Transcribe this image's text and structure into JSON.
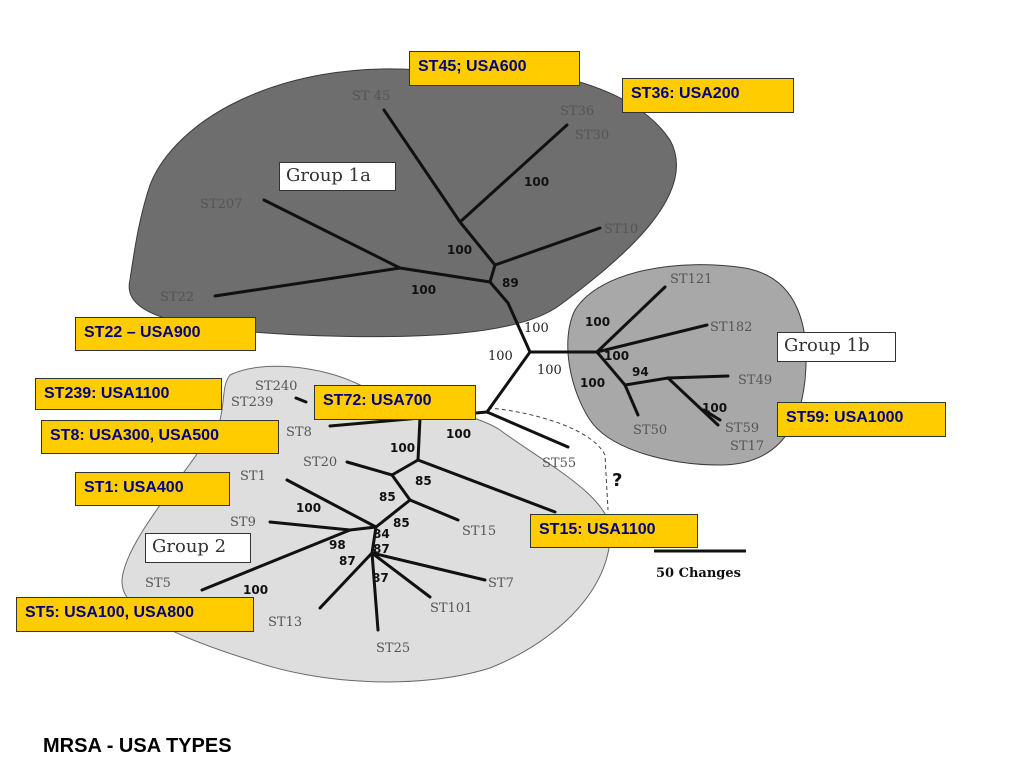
{
  "title": "MRSA - USA TYPES",
  "groups": {
    "g1a": "Group 1a",
    "g1b": "Group 1b",
    "g2": "Group 2"
  },
  "callouts": {
    "st45": "ST45; USA600",
    "st36": "ST36: USA200",
    "st22": "ST22 – USA900",
    "st239": "ST239: USA1100",
    "st72": "ST72: USA700",
    "st8": "ST8: USA300, USA500",
    "st59": "ST59: USA1000",
    "st1": "ST1: USA400",
    "st15": "ST15: USA1100",
    "st5": "ST5: USA100, USA800"
  },
  "tips": {
    "st45": "ST 45",
    "st36": "ST36",
    "st30": "ST30",
    "st207": "ST207",
    "st10": "ST10",
    "st22": "ST22",
    "st121": "ST121",
    "st182": "ST182",
    "st49": "ST49",
    "st50": "ST50",
    "st59": "ST59",
    "st17": "ST17",
    "st240": "ST240",
    "st239": "ST239",
    "st8": "ST8",
    "st20": "ST20",
    "st1": "ST1",
    "st9": "ST9",
    "st15": "ST15",
    "st55": "ST55",
    "st5": "ST5",
    "st7": "ST7",
    "st101": "ST101",
    "st13": "ST13",
    "st25": "ST25"
  },
  "bootstrap": {
    "b100_36": "100",
    "b100_1a": "100",
    "b89": "89",
    "b100_22": "100",
    "b100_root_a": "100",
    "b100_root_b": "100",
    "b100_root_c": "100",
    "b100_1b_a": "100",
    "b100_1b_b": "100",
    "b100_1b_c": "100",
    "b94": "94",
    "b100_59": "100",
    "b100_2a": "100",
    "b100_2b": "100",
    "b85a": "85",
    "b85b": "85",
    "b100_2c": "100",
    "b84": "84",
    "b85c": "85",
    "b98": "98",
    "b87a": "87",
    "b87b": "87",
    "b87c": "87",
    "b100_5": "100"
  },
  "scale_label": "50 Changes",
  "question_mark": "?",
  "colors": {
    "group1a": "#6e6e6e",
    "group1b": "#a8a8a8",
    "group2": "#dedede",
    "callout": "#ffcc00",
    "callout_text": "#000080"
  }
}
